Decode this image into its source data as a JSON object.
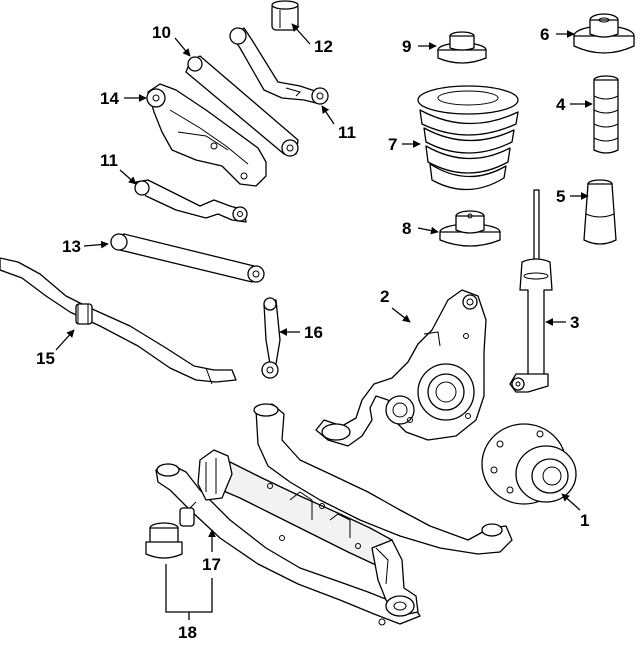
{
  "diagram": {
    "callouts": {
      "c1": "1",
      "c2": "2",
      "c3": "3",
      "c4": "4",
      "c5": "5",
      "c6": "6",
      "c7": "7",
      "c8": "8",
      "c9": "9",
      "c10": "10",
      "c11a": "11",
      "c11b": "11",
      "c12": "12",
      "c13": "13",
      "c14": "14",
      "c15": "15",
      "c16": "16",
      "c17": "17",
      "c18": "18"
    }
  }
}
